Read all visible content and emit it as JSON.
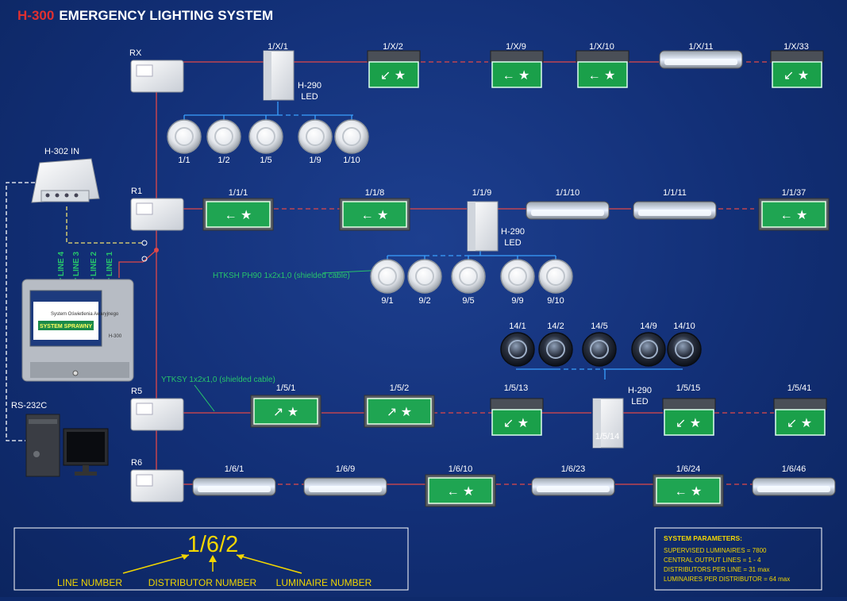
{
  "title": {
    "model": "H-300",
    "text": "EMERGENCY LIGHTING SYSTEM"
  },
  "distributors": [
    "RX",
    "R1",
    "R5",
    "R6"
  ],
  "labels": {
    "h302": "H-302 IN",
    "rs232": "RS-232C",
    "h290": "H-290",
    "led": "LED"
  },
  "controller": {
    "lines": [
      "LINE 4",
      "LINE 3",
      "LINE 2",
      "LINE 1"
    ],
    "screen_line": "System Oświetlenia Awaryjnego",
    "status": "SYSTEM SPRAWNY",
    "model": "H-300"
  },
  "cables": {
    "htksh": "HTKSH PH90 1x2x1,0 (shielded cable)",
    "ytksy": "YTKSY 1x2x1,0 (shielded cable)"
  },
  "rows": {
    "rx": [
      {
        "id": "1/X/1",
        "kind": "h290"
      },
      {
        "id": "1/X/2",
        "kind": "sign-stairs"
      },
      {
        "id": "1/X/9",
        "kind": "sign-left"
      },
      {
        "id": "1/X/10",
        "kind": "sign-left"
      },
      {
        "id": "1/X/11",
        "kind": "tube"
      },
      {
        "id": "1/X/33",
        "kind": "sign-stairs"
      }
    ],
    "rx_spots": [
      "1/1",
      "1/2",
      "1/5",
      "1/9",
      "1/10"
    ],
    "r1": [
      {
        "id": "1/1/1",
        "kind": "panel-left"
      },
      {
        "id": "1/1/8",
        "kind": "panel-left"
      },
      {
        "id": "1/1/9",
        "kind": "h290"
      },
      {
        "id": "1/1/10",
        "kind": "tube"
      },
      {
        "id": "1/1/11",
        "kind": "tube"
      },
      {
        "id": "1/1/37",
        "kind": "panel-left"
      }
    ],
    "r1_spots": [
      "9/1",
      "9/2",
      "9/5",
      "9/9",
      "9/10"
    ],
    "dark_spots": [
      "14/1",
      "14/2",
      "14/5",
      "14/9",
      "14/10"
    ],
    "r5": [
      {
        "id": "1/5/1",
        "kind": "panel-stairs"
      },
      {
        "id": "1/5/2",
        "kind": "panel-stairs"
      },
      {
        "id": "1/5/13",
        "kind": "sign-stairs"
      },
      {
        "id": "1/5/14",
        "kind": "h290"
      },
      {
        "id": "1/5/15",
        "kind": "sign-stairs"
      },
      {
        "id": "1/5/41",
        "kind": "sign-stairs"
      }
    ],
    "r6": [
      {
        "id": "1/6/1",
        "kind": "tube"
      },
      {
        "id": "1/6/9",
        "kind": "tube"
      },
      {
        "id": "1/6/10",
        "kind": "panel-left"
      },
      {
        "id": "1/6/23",
        "kind": "tube"
      },
      {
        "id": "1/6/24",
        "kind": "panel-left"
      },
      {
        "id": "1/6/46",
        "kind": "tube"
      }
    ]
  },
  "legend": {
    "code": "1/6/2",
    "line_number": "LINE NUMBER",
    "distributor_number": "DISTRIBUTOR NUMBER",
    "luminaire_number": "LUMINAIRE NUMBER"
  },
  "params": {
    "title": "SYSTEM PARAMETERS:",
    "items": [
      "SUPERVISED LUMINAIRES = 7800",
      "CENTRAL OUTPUT LINES = 1 - 4",
      "DISTRIBUTORS PER LINE = 31 max",
      "LUMINAIRES PER DISTRIBUTOR = 64 max"
    ]
  },
  "colors": {
    "background": "#122f76",
    "power_line": "#e04848",
    "signal_line": "#3aa0ff",
    "legend": "#f2d600",
    "cable_text": "#27c46b",
    "title_model": "#e03030"
  }
}
